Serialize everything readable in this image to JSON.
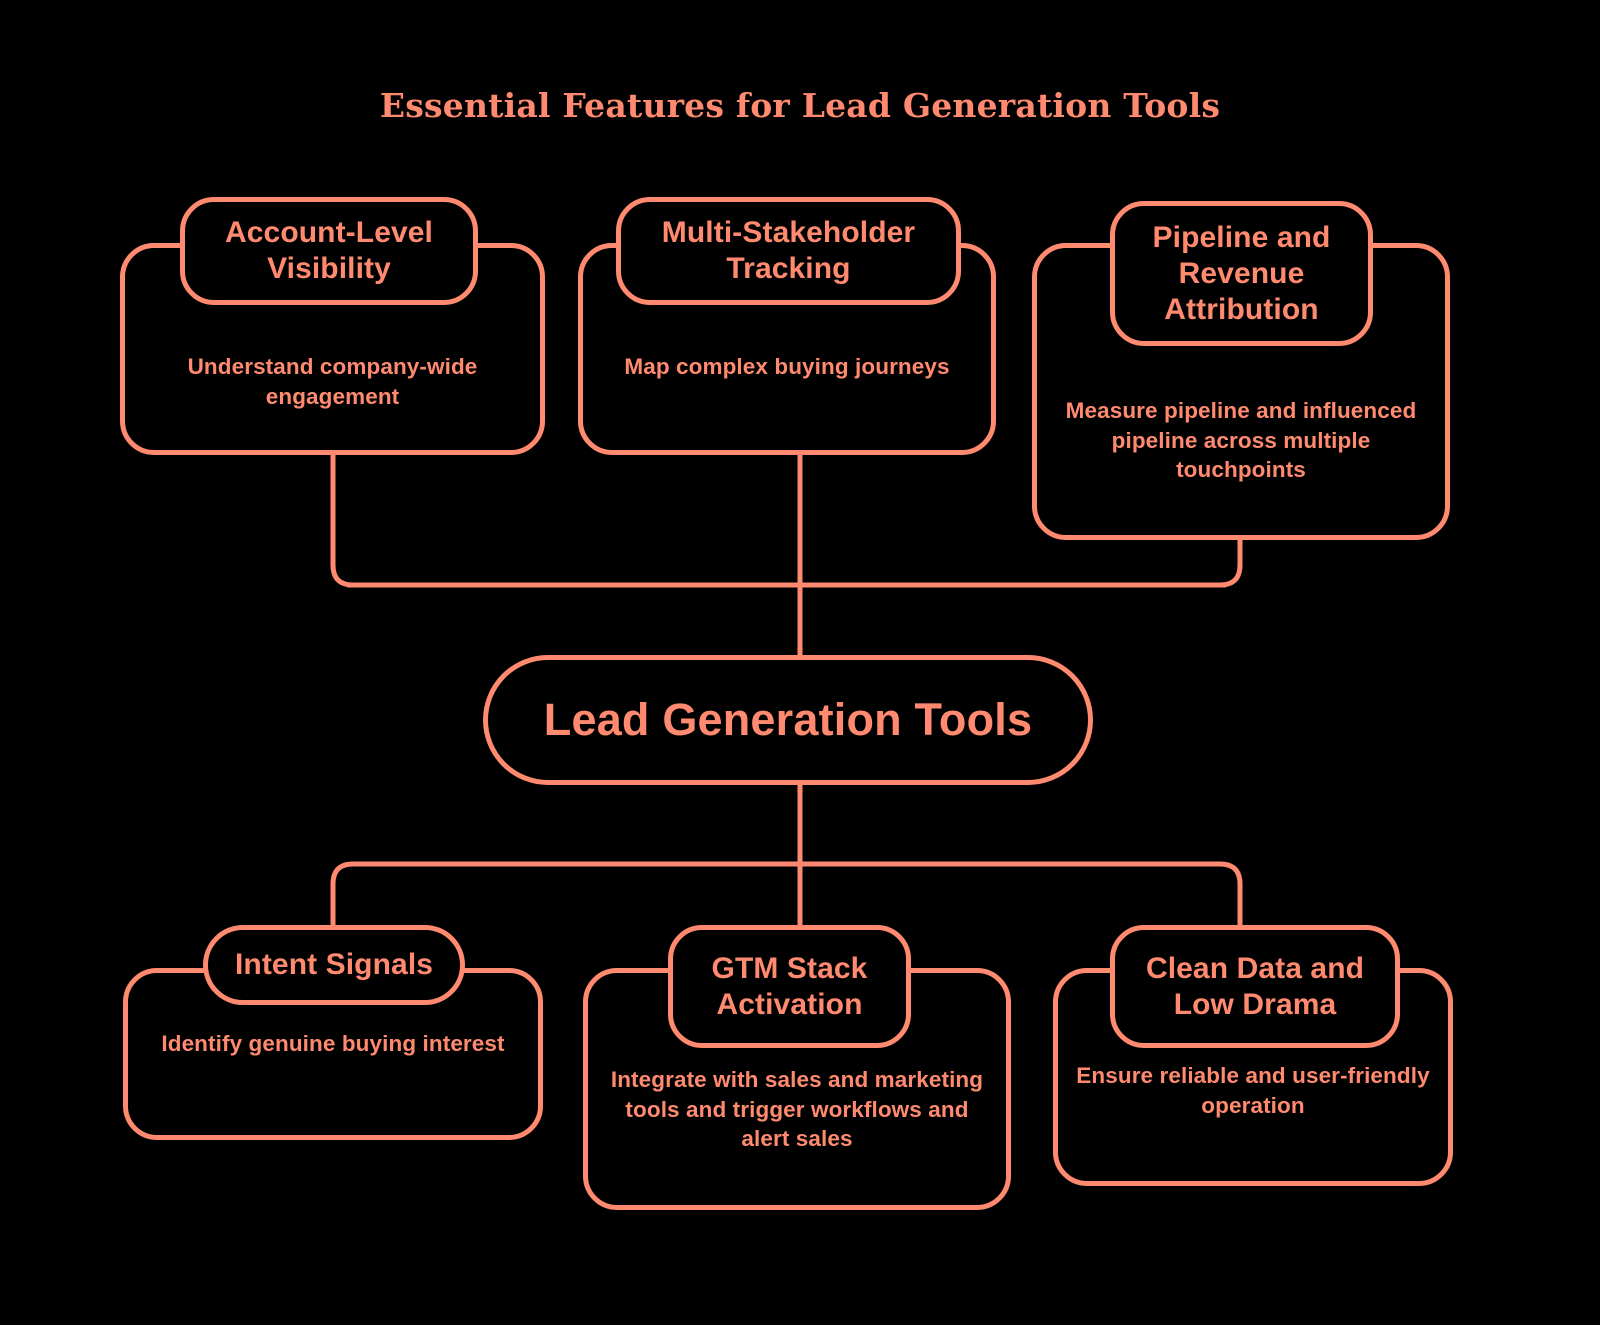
{
  "title": "Essential Features for Lead Generation Tools",
  "theme": {
    "background": "#000000",
    "stroke": "#FF8A70",
    "text": "#FF8A70"
  },
  "center": {
    "label": "Lead Generation Tools"
  },
  "top_nodes": [
    {
      "title": "Account-Level Visibility",
      "description": "Understand company-wide engagement"
    },
    {
      "title": "Multi-Stakeholder Tracking",
      "description": "Map complex buying journeys"
    },
    {
      "title": "Pipeline and Revenue Attribution",
      "description": "Measure pipeline and influenced pipeline across multiple touchpoints"
    }
  ],
  "bottom_nodes": [
    {
      "title": "Intent Signals",
      "description": "Identify genuine buying interest"
    },
    {
      "title": "GTM Stack Activation",
      "description": "Integrate with sales and marketing tools and trigger workflows and alert sales"
    },
    {
      "title": "Clean Data and Low Drama",
      "description": "Ensure reliable and user-friendly operation"
    }
  ]
}
